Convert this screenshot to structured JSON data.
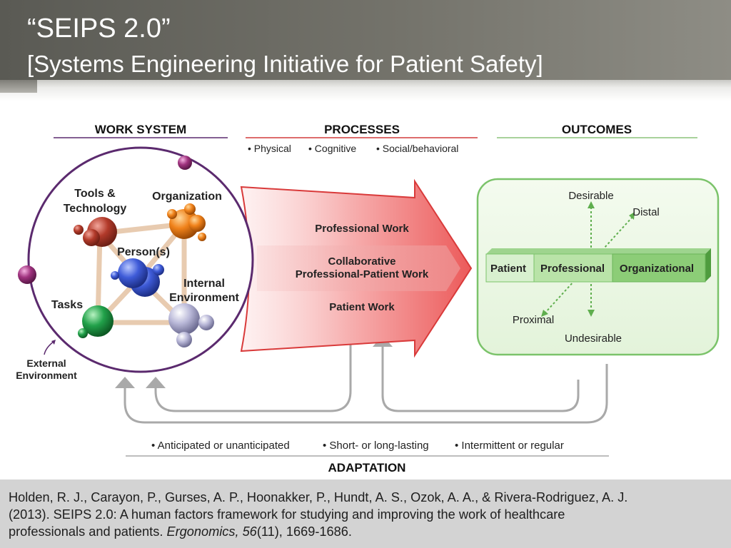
{
  "title": {
    "line1": "“SEIPS 2.0”",
    "line2": "[Systems Engineering Initiative for Patient Safety]"
  },
  "diagram": {
    "headings": {
      "work_system": "WORK SYSTEM",
      "processes": "PROCESSES",
      "outcomes": "OUTCOMES",
      "adaptation": "ADAPTATION"
    },
    "process_types": [
      "• Physical",
      "• Cognitive",
      "• Social/behavioral"
    ],
    "work_system_elements": {
      "tools_line1": "Tools &",
      "tools_line2": "Technology",
      "organization": "Organization",
      "persons": "Person(s)",
      "internal_line1": "Internal",
      "internal_line2": "Environment",
      "tasks": "Tasks",
      "external_line1": "External",
      "external_line2": "Environment"
    },
    "process_work": {
      "professional": "Professional Work",
      "collab_line1": "Collaborative",
      "collab_line2": "Professional-Patient Work",
      "patient": "Patient Work"
    },
    "outcomes": {
      "desirable": "Desirable",
      "undesirable": "Undesirable",
      "distal": "Distal",
      "proximal": "Proximal",
      "patient": "Patient",
      "professional": "Professional",
      "organizational": "Organizational"
    },
    "adaptation_types": [
      "• Anticipated or unanticipated",
      "• Short- or long-lasting",
      "• Intermittent or regular"
    ],
    "colors": {
      "work_system_rule": "#5b2a6e",
      "processes_rule": "#d23b3b",
      "outcomes_rule": "#8bc37a",
      "arrow_red": "#e84b4b",
      "outcome_green": "#7bc36a",
      "feedback_gray": "#a9a9a9"
    }
  },
  "citation": {
    "line1": "Holden, R. J., Carayon, P., Gurses, A. P., Hoonakker, P., Hundt, A. S., Ozok, A. A., & Rivera-Rodriguez, A. J.",
    "line2": "(2013). SEIPS 2.0: A human factors framework for studying and improving the work of healthcare",
    "line3_text": "professionals and patients.",
    "journal": "Ergonomics, 56",
    "issue_pages": "(11), 1669-1686."
  }
}
